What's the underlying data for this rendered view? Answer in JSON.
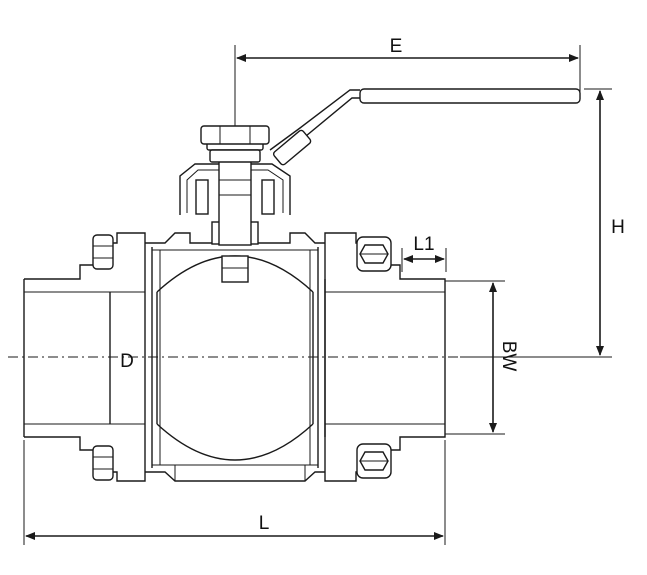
{
  "labels": {
    "E": "E",
    "H": "H",
    "L1": "L1",
    "BW": "BW",
    "D": "D",
    "L": "L"
  }
}
